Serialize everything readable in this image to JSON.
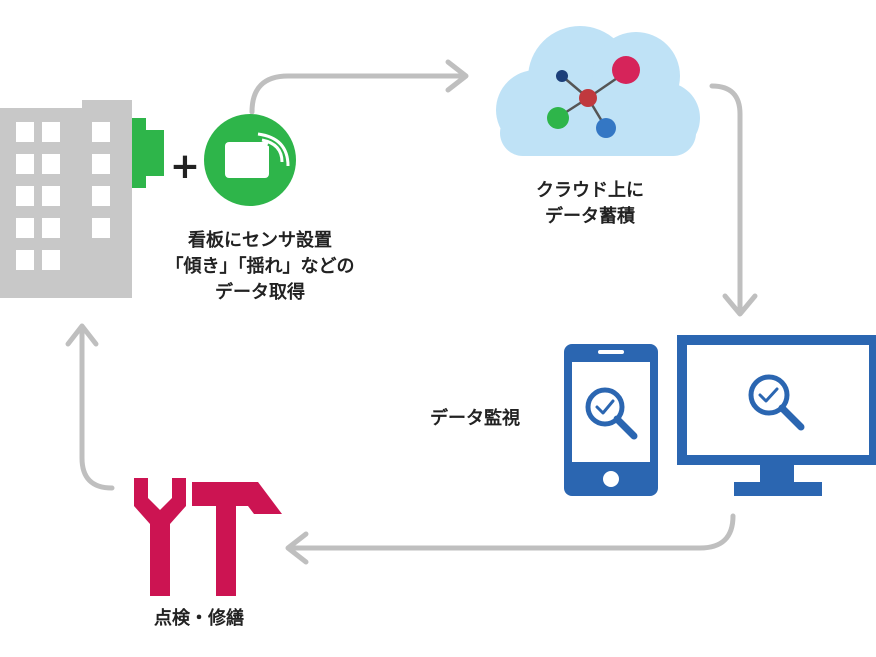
{
  "colors": {
    "arrow": "#bfbfbf",
    "building": "#c8c8c8",
    "green": "#2eb54a",
    "cloud": "#bfe2f6",
    "device_blue": "#2b66b1",
    "node_red": "#d6245a",
    "node_navy": "#1c3f7a",
    "node_green": "#2eb54a",
    "node_blue": "#3477c4",
    "node_center": "#c0393e",
    "tool_red": "#cc1452",
    "text": "#222222"
  },
  "icons": {
    "building": "building-icon",
    "signboard": "signboard-icon",
    "sensor": "sensor-icon",
    "cloud": "cloud-icon",
    "smartphone": "smartphone-icon",
    "monitor": "monitor-icon",
    "wrench": "wrench-icon",
    "hammer": "hammer-icon"
  },
  "labels": {
    "sensor": [
      "看板にセンサ設置",
      "「傾き」「揺れ」などの",
      "データ取得"
    ],
    "cloud": [
      "クラウド上に",
      "データ蓄積"
    ],
    "monitoring": "データ監視",
    "maintenance": "点検・修繕",
    "plus": "+"
  }
}
